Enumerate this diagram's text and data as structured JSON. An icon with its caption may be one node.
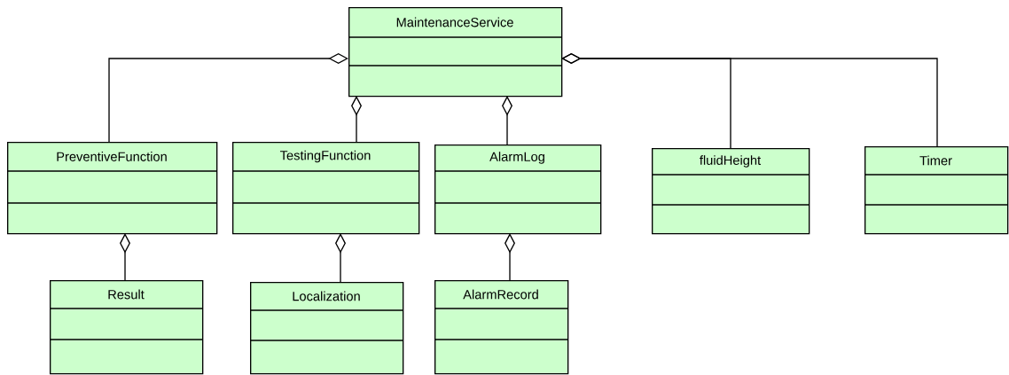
{
  "diagram": {
    "nodes": [
      {
        "text": [
          "MaintenanceService"
        ]
      },
      {
        "text": [
          "PreventiveFunction"
        ]
      },
      {
        "text": [
          "TestingFunction"
        ]
      },
      {
        "text": [
          "AlarmLog"
        ]
      },
      {
        "text": [
          "fluidHeight"
        ]
      },
      {
        "text": [
          "Timer"
        ]
      },
      {
        "text": [
          "Result"
        ]
      },
      {
        "text": [
          "Localization"
        ]
      },
      {
        "text": [
          "AlarmRecord"
        ]
      }
    ],
    "edges": [
      {
        "from": 1,
        "to": 0,
        "arrow": "other"
      },
      {
        "from": 2,
        "to": 0,
        "arrow": "other"
      },
      {
        "from": 3,
        "to": 0,
        "arrow": "other"
      },
      {
        "from": 4,
        "to": 0,
        "arrow": "other"
      },
      {
        "from": 5,
        "to": 0,
        "arrow": "other"
      },
      {
        "from": 6,
        "to": 1,
        "arrow": "other"
      },
      {
        "from": 7,
        "to": 2,
        "arrow": "other"
      },
      {
        "from": 8,
        "to": 3,
        "arrow": "other"
      }
    ]
  }
}
